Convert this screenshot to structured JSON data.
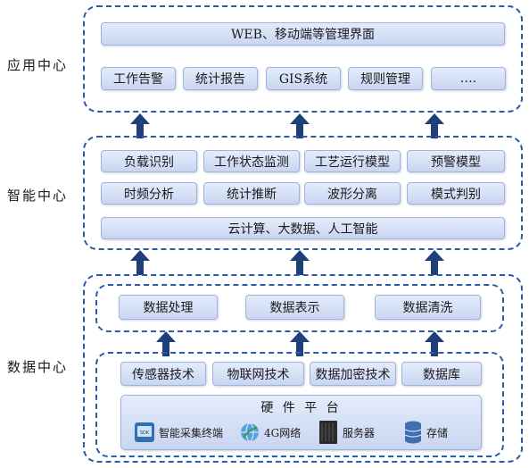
{
  "sections": {
    "app_label": "应用中心",
    "smart_label": "智能中心",
    "data_label": "数据中心"
  },
  "app": {
    "top_bar": "WEB、移动端等管理界面",
    "items": [
      "工作告警",
      "统计报告",
      "GIS系统",
      "规则管理",
      "…."
    ]
  },
  "smart": {
    "row1": [
      "负载识别",
      "工作状态监测",
      "工艺运行模型",
      "预警模型"
    ],
    "row2": [
      "时频分析",
      "统计推断",
      "波形分离",
      "模式判别"
    ],
    "bottom_bar": "云计算、大数据、人工智能"
  },
  "data": {
    "process": [
      "数据处理",
      "数据表示",
      "数据清洗"
    ],
    "tech": [
      "传感器技术",
      "物联网技术",
      "数据加密技术",
      "数据库"
    ],
    "hardware": {
      "title": "硬 件 平 台",
      "items": [
        {
          "label": "智能采集终端",
          "icon": "smart-terminal-icon"
        },
        {
          "label": "4G网络",
          "icon": "network-globe-icon"
        },
        {
          "label": "服务器",
          "icon": "server-icon"
        },
        {
          "label": "存储",
          "icon": "storage-icon"
        }
      ]
    }
  },
  "colors": {
    "border": "#2a5aa8",
    "arrow": "#1f3f7a",
    "box_fill": "#d3def5"
  }
}
